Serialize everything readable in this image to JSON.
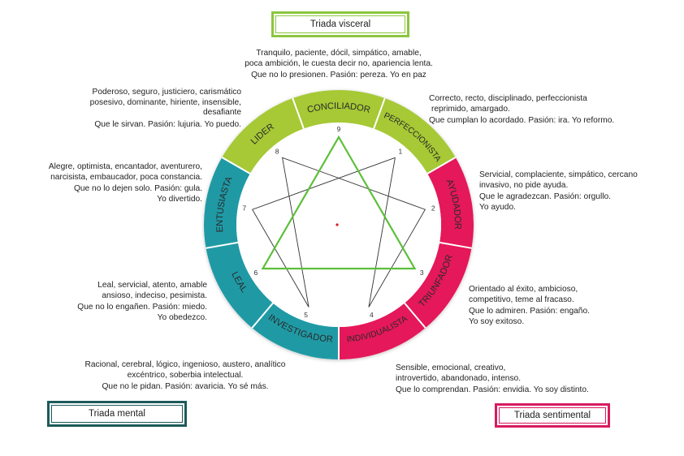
{
  "triads": {
    "visceral": "Triada visceral",
    "mental": "Triada mental",
    "sentimental": "Triada sentimental"
  },
  "colors": {
    "green": "#a6c935",
    "pink": "#e4185a",
    "teal": "#1f9aa5",
    "triangle": "#5cbf3a",
    "lines": "#333333"
  },
  "types": [
    {
      "number": "9",
      "name": "CONCILIADOR",
      "color": "#a6c935",
      "lines": [
        "Tranquilo, paciente, dócil, simpático, amable,",
        "poca ambición, le cuesta decir no, apariencia lenta.",
        "Que no lo presionen.  Pasión: pereza. Yo en paz"
      ]
    },
    {
      "number": "1",
      "name": "PERFECCIONISTA",
      "color": "#a6c935",
      "lines": [
        "Correcto, recto, disciplinado, perfeccionista",
        "reprimido, amargado.",
        "Que cumplan lo acordado. Pasión: ira. Yo reformo."
      ]
    },
    {
      "number": "2",
      "name": "AYUDADOR",
      "color": "#e4185a",
      "lines": [
        "Servicial, complaciente, simpático, cercano",
        "invasivo, no pide ayuda.",
        "Que le agradezcan. Pasión: orgullo.",
        "Yo ayudo."
      ]
    },
    {
      "number": "3",
      "name": "TRIUNFADOR",
      "color": "#e4185a",
      "lines": [
        "Orientado al éxito, ambicioso,",
        "competitivo, teme al fracaso.",
        "Que lo admiren. Pasión: engaño.",
        "Yo soy exitoso."
      ]
    },
    {
      "number": "4",
      "name": "INDIVIDUALISTA",
      "color": "#e4185a",
      "lines": [
        "Sensible, emocional, creativo,",
        "introvertido, abandonado, intenso.",
        "Que lo comprendan. Pasión: envidia. Yo soy distinto."
      ]
    },
    {
      "number": "5",
      "name": "INVESTIGADOR",
      "color": "#1f9aa5",
      "lines": [
        "Racional, cerebral, lógico, ingenioso, austero, analítico",
        "excéntrico,  soberbia intelectual.",
        "Que no le pidan. Pasión: avaricia. Yo sé más."
      ]
    },
    {
      "number": "6",
      "name": "LEAL",
      "color": "#1f9aa5",
      "lines": [
        "Leal, servicial, atento, amable",
        "ansioso, indeciso, pesimista.",
        "Que no lo engañen. Pasión: miedo.",
        "Yo obedezco."
      ]
    },
    {
      "number": "7",
      "name": "ENTUSIASTA",
      "color": "#1f9aa5",
      "lines": [
        "Alegre, optimista, encantador, aventurero,",
        "narcisista, embaucador, poca constancia.",
        "Que no lo dejen solo. Pasión: gula.",
        "Yo divertido."
      ]
    },
    {
      "number": "8",
      "name": "LIDER",
      "color": "#a6c935",
      "lines": [
        "Poderoso, seguro, justiciero, carismático",
        "posesivo, dominante, hiriente, insensible,",
        "desafiante",
        "Que le sirvan. Pasión: lujuria. Yo puedo."
      ]
    }
  ]
}
